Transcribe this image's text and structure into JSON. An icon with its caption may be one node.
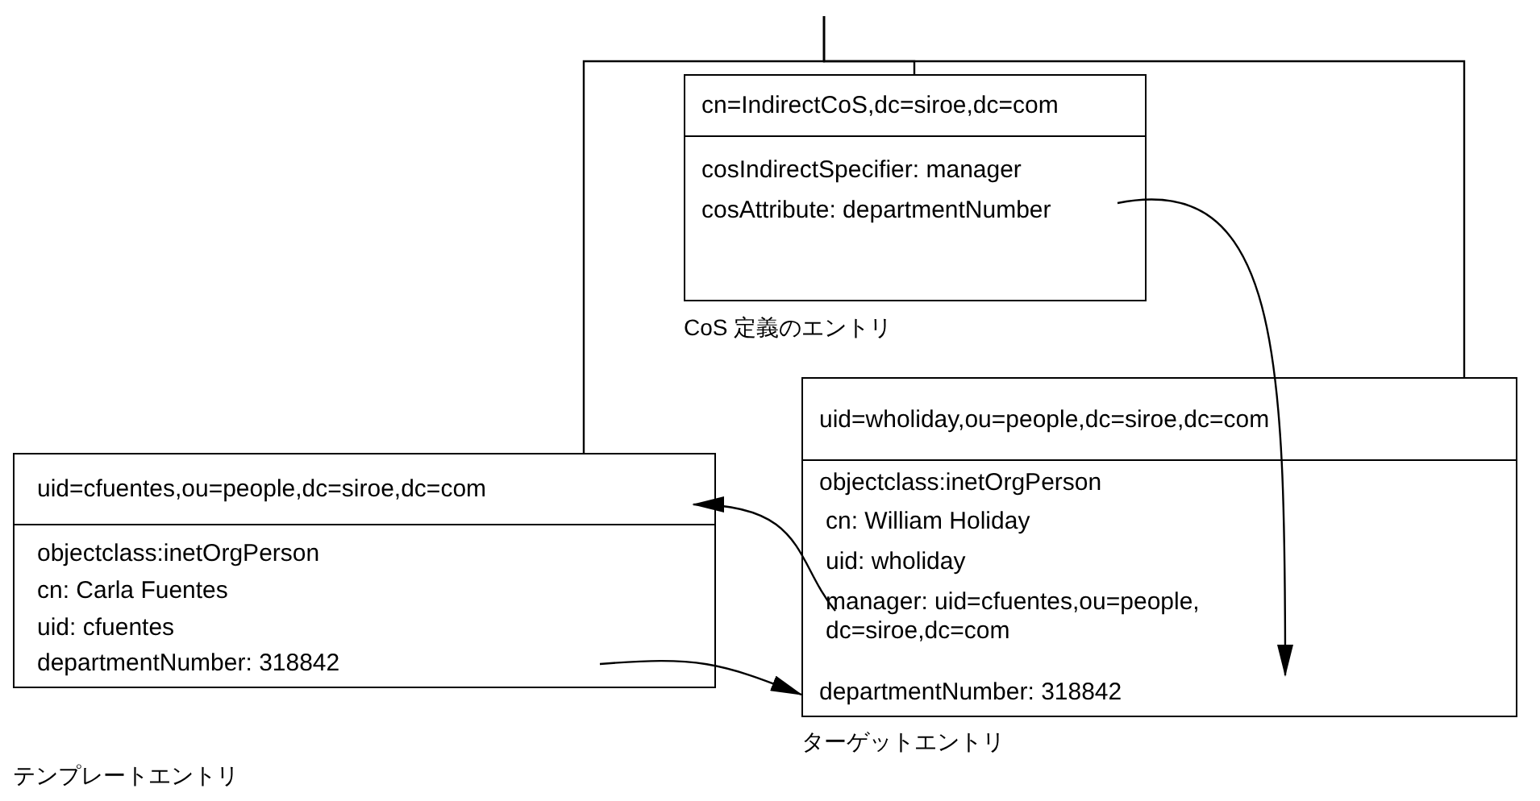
{
  "diagram": {
    "nodes": [
      {
        "text": [
          "cn=IndirectCoS,dc=siroe,dc=com",
          "cosIndirectSpecifier: manager",
          "cosAttribute: departmentNumber"
        ],
        "beside": [
          "CoS 定義のエントリ"
        ]
      },
      {
        "text": [
          "uid=wholiday,ou=people,dc=siroe,dc=com",
          "objectclass:inetOrgPerson",
          "cn: William Holiday",
          "uid: wholiday",
          "manager: uid=cfuentes,ou=people, dc=siroe,dc=com",
          "departmentNumber: 318842"
        ],
        "beside": [
          "ターゲットエントリ"
        ]
      },
      {
        "text": [
          "uid=cfuentes,ou=people,dc=siroe,dc=com",
          "objectclass:inetOrgPerson",
          "cn: Carla Fuentes",
          "uid: cfuentes",
          "departmentNumber: 318842"
        ],
        "beside": [
          "テンプレートエントリ"
        ]
      }
    ],
    "edges": [
      {
        "from": null,
        "to": 0,
        "arrow": "none"
      },
      {
        "from": null,
        "to": 2,
        "arrow": "none"
      },
      {
        "from": null,
        "to": 1,
        "arrow": "none"
      },
      {
        "from": 0,
        "to": 1,
        "arrow": "to"
      },
      {
        "from": 1,
        "to": 2,
        "arrow": "to"
      },
      {
        "from": 2,
        "to": 1,
        "arrow": "to"
      }
    ]
  }
}
